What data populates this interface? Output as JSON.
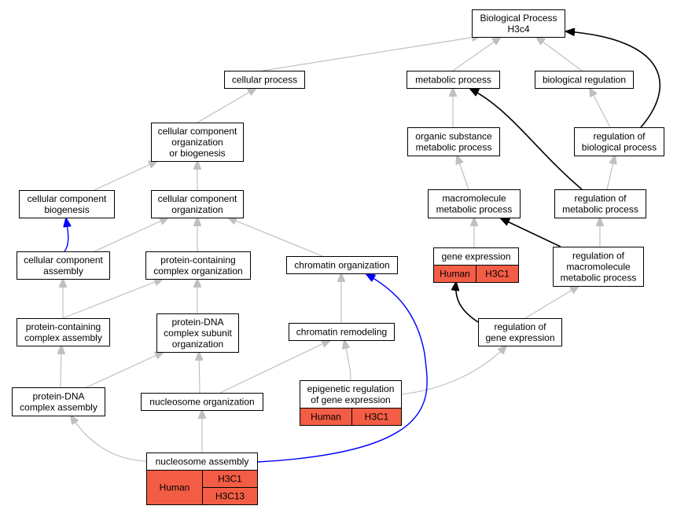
{
  "nodes": [
    {
      "id": "bp",
      "label": [
        "Biological Process",
        "H3c4"
      ]
    },
    {
      "id": "cellular_process",
      "label": [
        "cellular process"
      ]
    },
    {
      "id": "metabolic_process",
      "label": [
        "metabolic process"
      ]
    },
    {
      "id": "biological_regulation",
      "label": [
        "biological regulation"
      ]
    },
    {
      "id": "ccob",
      "label": [
        "cellular component",
        "organization",
        "or biogenesis"
      ]
    },
    {
      "id": "osmp",
      "label": [
        "organic substance",
        "metabolic process"
      ]
    },
    {
      "id": "rbp",
      "label": [
        "regulation of",
        "biological process"
      ]
    },
    {
      "id": "ccb",
      "label": [
        "cellular component",
        "biogenesis"
      ]
    },
    {
      "id": "cco",
      "label": [
        "cellular component",
        "organization"
      ]
    },
    {
      "id": "mmp",
      "label": [
        "macromolecule",
        "metabolic process"
      ]
    },
    {
      "id": "rmp",
      "label": [
        "regulation of",
        "metabolic process"
      ]
    },
    {
      "id": "cca",
      "label": [
        "cellular component",
        "assembly"
      ]
    },
    {
      "id": "pcco",
      "label": [
        "protein-containing",
        "complex organization"
      ]
    },
    {
      "id": "chromatin_org",
      "label": [
        "chromatin organization"
      ]
    },
    {
      "id": "gene_expression",
      "label": [
        "gene expression"
      ],
      "annotations": [
        [
          "Human",
          "H3C1"
        ]
      ]
    },
    {
      "id": "rmmp",
      "label": [
        "regulation of",
        "macromolecule",
        "metabolic process"
      ]
    },
    {
      "id": "pcca",
      "label": [
        "protein-containing",
        "complex assembly"
      ]
    },
    {
      "id": "pdcso",
      "label": [
        "protein-DNA",
        "complex subunit",
        "organization"
      ]
    },
    {
      "id": "chromatin_remodeling",
      "label": [
        "chromatin remodeling"
      ]
    },
    {
      "id": "rge",
      "label": [
        "regulation of",
        "gene expression"
      ]
    },
    {
      "id": "pdca",
      "label": [
        "protein-DNA",
        "complex assembly"
      ]
    },
    {
      "id": "nucleosome_org",
      "label": [
        "nucleosome organization"
      ]
    },
    {
      "id": "epigenetic",
      "label": [
        "epigenetic regulation",
        "of gene expression"
      ],
      "annotations": [
        [
          "Human",
          "H3C1"
        ]
      ]
    },
    {
      "id": "nucleosome_assembly",
      "label": [
        "nucleosome assembly"
      ],
      "annotations": [
        [
          "Human",
          "H3C1",
          "H3C13"
        ]
      ]
    }
  ],
  "edges": [
    {
      "from": "cellular_process",
      "to": "bp",
      "color": "gray"
    },
    {
      "from": "metabolic_process",
      "to": "bp",
      "color": "gray"
    },
    {
      "from": "biological_regulation",
      "to": "bp",
      "color": "gray"
    },
    {
      "from": "rbp",
      "to": "bp",
      "color": "black"
    },
    {
      "from": "ccob",
      "to": "cellular_process",
      "color": "gray"
    },
    {
      "from": "osmp",
      "to": "metabolic_process",
      "color": "gray"
    },
    {
      "from": "rbp",
      "to": "biological_regulation",
      "color": "gray"
    },
    {
      "from": "rmp",
      "to": "metabolic_process",
      "color": "black"
    },
    {
      "from": "ccb",
      "to": "ccob",
      "color": "gray"
    },
    {
      "from": "cco",
      "to": "ccob",
      "color": "gray"
    },
    {
      "from": "mmp",
      "to": "osmp",
      "color": "gray"
    },
    {
      "from": "rmp",
      "to": "rbp",
      "color": "gray"
    },
    {
      "from": "cca",
      "to": "ccb",
      "color": "blue"
    },
    {
      "from": "cca",
      "to": "cco",
      "color": "gray"
    },
    {
      "from": "pcco",
      "to": "cco",
      "color": "gray"
    },
    {
      "from": "chromatin_org",
      "to": "cco",
      "color": "gray"
    },
    {
      "from": "gene_expression",
      "to": "mmp",
      "color": "gray"
    },
    {
      "from": "rmmp",
      "to": "mmp",
      "color": "black"
    },
    {
      "from": "rmmp",
      "to": "rmp",
      "color": "gray"
    },
    {
      "from": "pcca",
      "to": "cca",
      "color": "gray"
    },
    {
      "from": "pcca",
      "to": "pcco",
      "color": "gray"
    },
    {
      "from": "pdcso",
      "to": "pcco",
      "color": "gray"
    },
    {
      "from": "chromatin_remodeling",
      "to": "chromatin_org",
      "color": "gray"
    },
    {
      "from": "rge",
      "to": "gene_expression",
      "color": "black"
    },
    {
      "from": "rge",
      "to": "rmmp",
      "color": "gray"
    },
    {
      "from": "pdca",
      "to": "pcca",
      "color": "gray"
    },
    {
      "from": "pdca",
      "to": "pdcso",
      "color": "gray"
    },
    {
      "from": "nucleosome_org",
      "to": "pdcso",
      "color": "gray"
    },
    {
      "from": "nucleosome_org",
      "to": "chromatin_remodeling",
      "color": "gray"
    },
    {
      "from": "epigenetic",
      "to": "chromatin_remodeling",
      "color": "gray"
    },
    {
      "from": "epigenetic",
      "to": "rge",
      "color": "gray"
    },
    {
      "from": "nucleosome_assembly",
      "to": "pdca",
      "color": "gray"
    },
    {
      "from": "nucleosome_assembly",
      "to": "nucleosome_org",
      "color": "gray"
    },
    {
      "from": "nucleosome_assembly",
      "to": "chromatin_org",
      "color": "blue"
    }
  ],
  "colors": {
    "annotation_fill": "#f45d45",
    "edge_gray": "#c0c0c0",
    "edge_black": "#000000",
    "edge_blue": "#0000ff"
  }
}
